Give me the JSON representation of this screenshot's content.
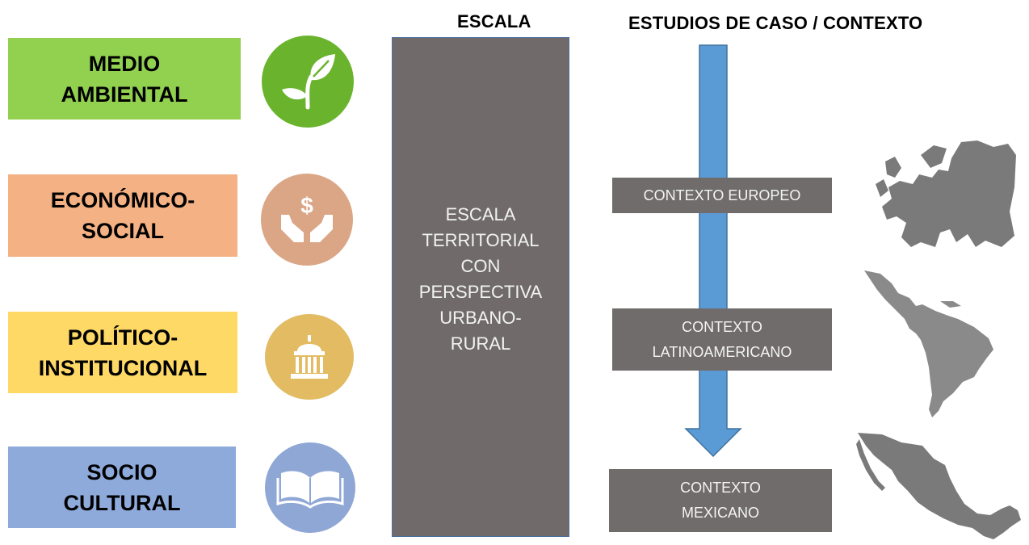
{
  "headers": {
    "escala": "ESCALA",
    "estudios": "ESTUDIOS DE CASO / CONTEXTO"
  },
  "dimensions": [
    {
      "label": "MEDIO\nAMBIENTAL",
      "color": "#92d050",
      "icon": "leaf-icon",
      "icon_color": "#6ab42d"
    },
    {
      "label": "ECONÓMICO-\nSOCIAL",
      "color": "#f4b183",
      "icon": "money-hands-icon",
      "icon_color": "#dba686"
    },
    {
      "label": "POLÍTICO-\nINSTITUCIONAL",
      "color": "#ffd966",
      "icon": "capitol-building-icon",
      "icon_color": "#e2bb62"
    },
    {
      "label": "SOCIO\nCULTURAL",
      "color": "#8eaadb",
      "icon": "open-book-icon",
      "icon_color": "#8fa7d5"
    }
  ],
  "scale": {
    "text": "ESCALA\nTERRITORIAL\nCON\nPERSPECTIVA\nURBANO-\nRURAL"
  },
  "contexts": [
    {
      "label": "CONTEXTO EUROPEO",
      "map": "europe-map-icon"
    },
    {
      "label": "CONTEXTO\nLATINOAMERICANO",
      "map": "latin-america-map-icon"
    },
    {
      "label": "CONTEXTO\nMEXICANO",
      "map": "mexico-map-icon"
    }
  ],
  "colors": {
    "arrow": "#5b9bd5",
    "scale_box": "#706b6a",
    "context_box": "#6f6c6b",
    "map": "#7a7a7a"
  }
}
